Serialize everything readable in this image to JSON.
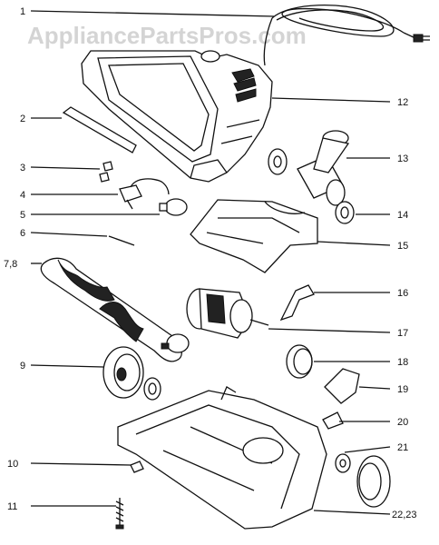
{
  "watermark": "AppliancePartsPros.com",
  "callouts": {
    "c1": "1",
    "c2": "2",
    "c3": "3",
    "c4": "4",
    "c5": "5",
    "c6": "6",
    "c78": "7,8",
    "c9": "9",
    "c10": "10",
    "c11": "11",
    "c12": "12",
    "c13": "13",
    "c14": "14",
    "c15": "15",
    "c16": "16",
    "c17": "17",
    "c18": "18",
    "c19": "19",
    "c20": "20",
    "c21": "21",
    "c2223": "22,23"
  }
}
